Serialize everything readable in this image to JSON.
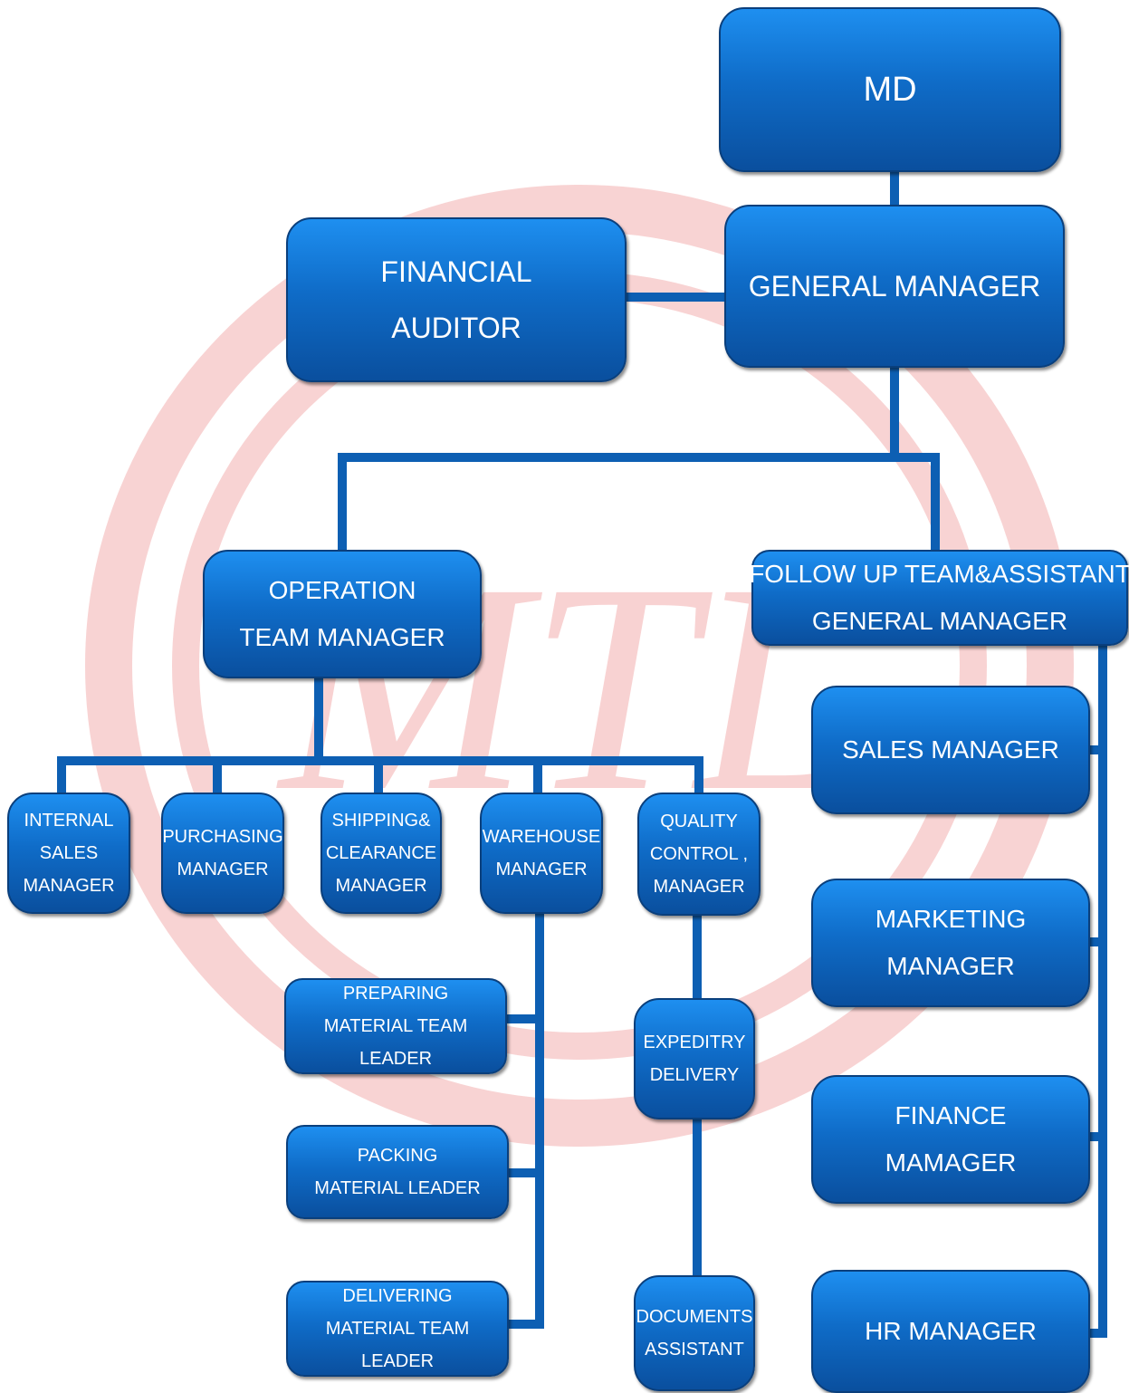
{
  "watermark": {
    "letters": "MTL",
    "color": "#f4b8b8"
  },
  "colors": {
    "node_top": "#1e8ff0",
    "node_bottom": "#0a4f9e",
    "connector": "#0d5fb3"
  },
  "nodes": {
    "md": [
      "MD"
    ],
    "general_manager": [
      "GENERAL MANAGER"
    ],
    "financial_auditor": [
      "FINANCIAL",
      "AUDITOR"
    ],
    "operation_team_manager": [
      "OPERATION",
      "TEAM MANAGER"
    ],
    "follow_up": [
      "FOLLOW UP TEAM&ASSISTANT",
      "GENERAL MANAGER"
    ],
    "internal_sales": [
      "INTERNAL",
      "SALES",
      "MANAGER"
    ],
    "purchasing": [
      "PURCHASING",
      "MANAGER"
    ],
    "shipping": [
      "SHIPPING&",
      "CLEARANCE",
      "MANAGER"
    ],
    "warehouse": [
      "WAREHOUSE",
      "MANAGER"
    ],
    "quality_control": [
      "QUALITY",
      "CONTROL ,",
      "MANAGER"
    ],
    "preparing": [
      "PREPARING",
      "MATERIAL TEAM",
      "LEADER"
    ],
    "packing": [
      "PACKING",
      "MATERIAL LEADER"
    ],
    "delivering": [
      "DELIVERING",
      "MATERIAL TEAM",
      "LEADER"
    ],
    "expeditry": [
      "EXPEDITRY",
      "DELIVERY"
    ],
    "documents": [
      "DOCUMENTS",
      "ASSISTANT"
    ],
    "sales_manager": [
      "SALES MANAGER"
    ],
    "marketing_manager": [
      "MARKETING",
      "MANAGER"
    ],
    "finance_manager": [
      "FINANCE",
      "MAMAGER"
    ],
    "hr_manager": [
      "HR MANAGER"
    ]
  }
}
